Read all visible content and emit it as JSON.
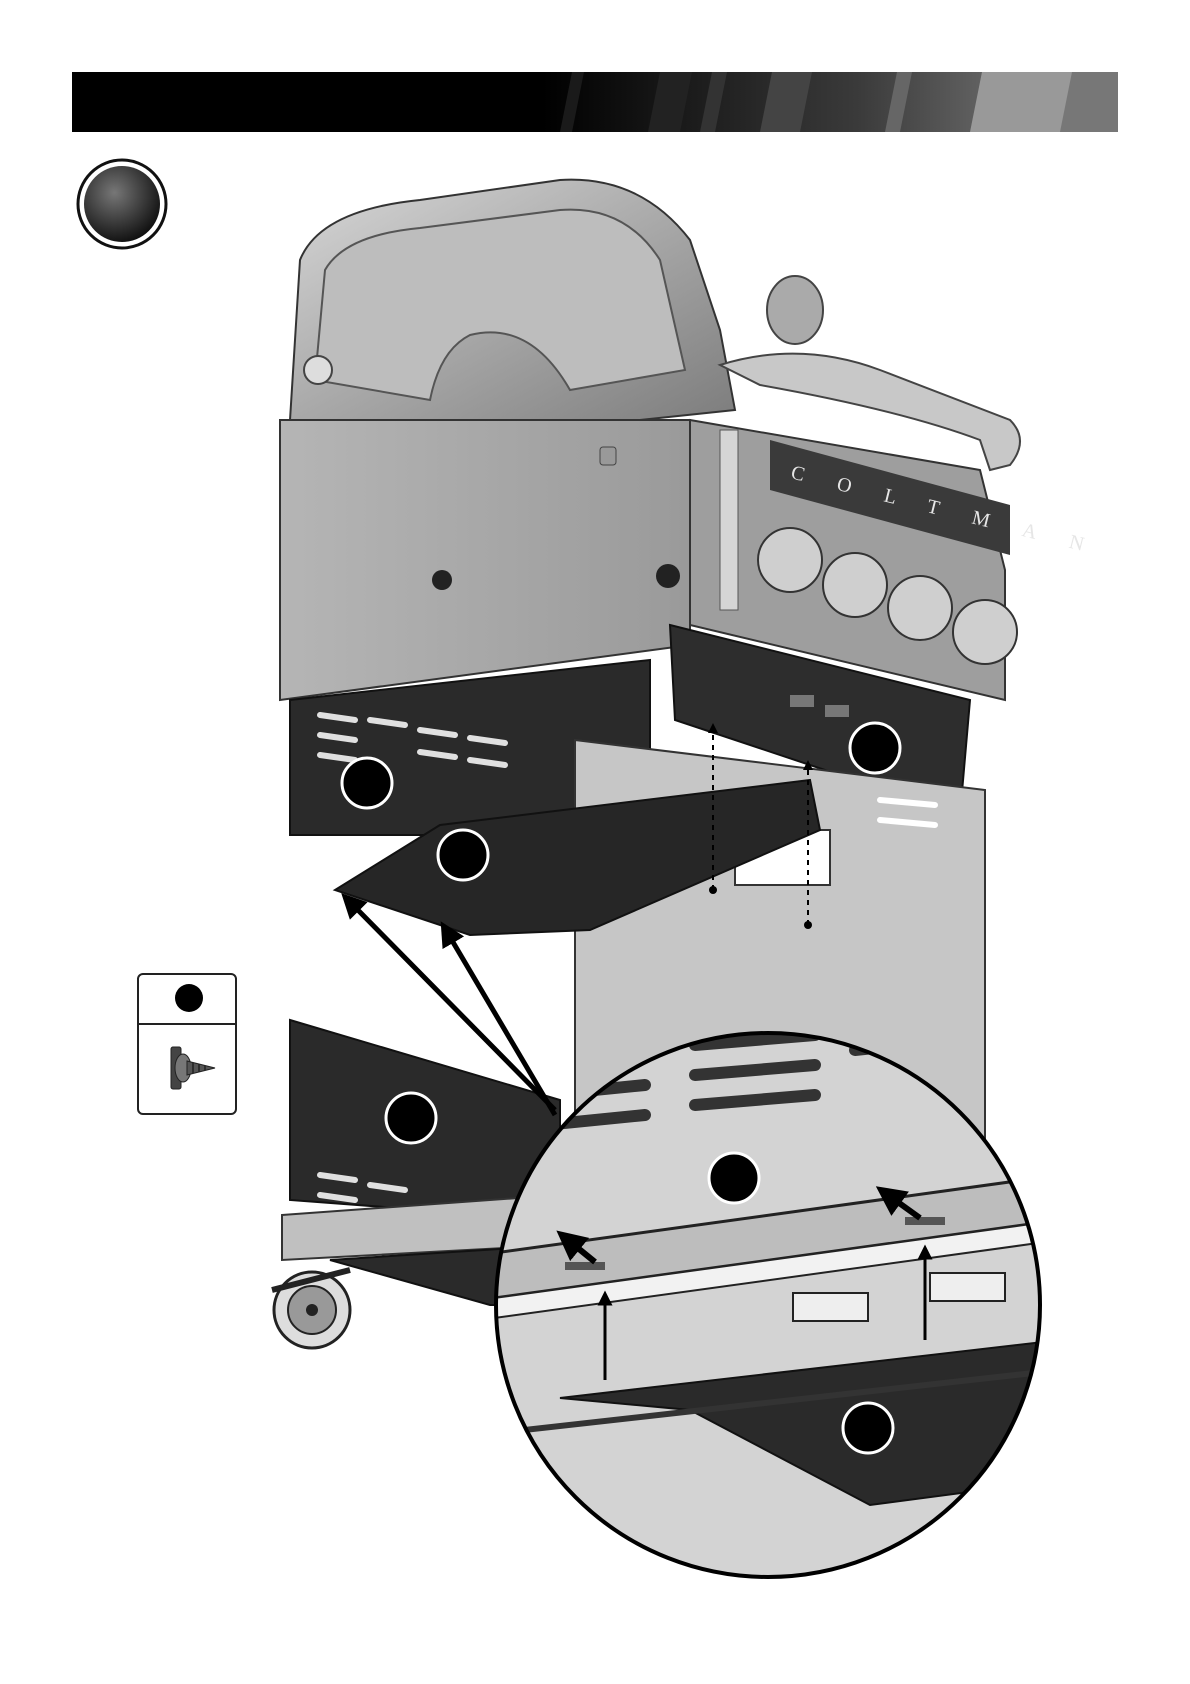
{
  "brand": {
    "control_panel_text": "COLTMAN",
    "handle_badge": "Coltman"
  },
  "step": {
    "number": ""
  },
  "legend": {
    "part_id": "",
    "part_icon": "screw-icon"
  },
  "callouts": [
    {
      "id": "",
      "part": "left-side-panel"
    },
    {
      "id": "",
      "part": "front-control-bracket"
    },
    {
      "id": "",
      "part": "bottom-shelf"
    },
    {
      "id": "",
      "part": "lower-back-panel"
    },
    {
      "id": "",
      "part": "inner-panel-detail"
    },
    {
      "id": "",
      "part": "bottom-shelf-detail"
    }
  ],
  "colors": {
    "dark_steel": "#2a2a2a",
    "light_steel": "#c9c9c9",
    "banner_black": "#000000"
  }
}
